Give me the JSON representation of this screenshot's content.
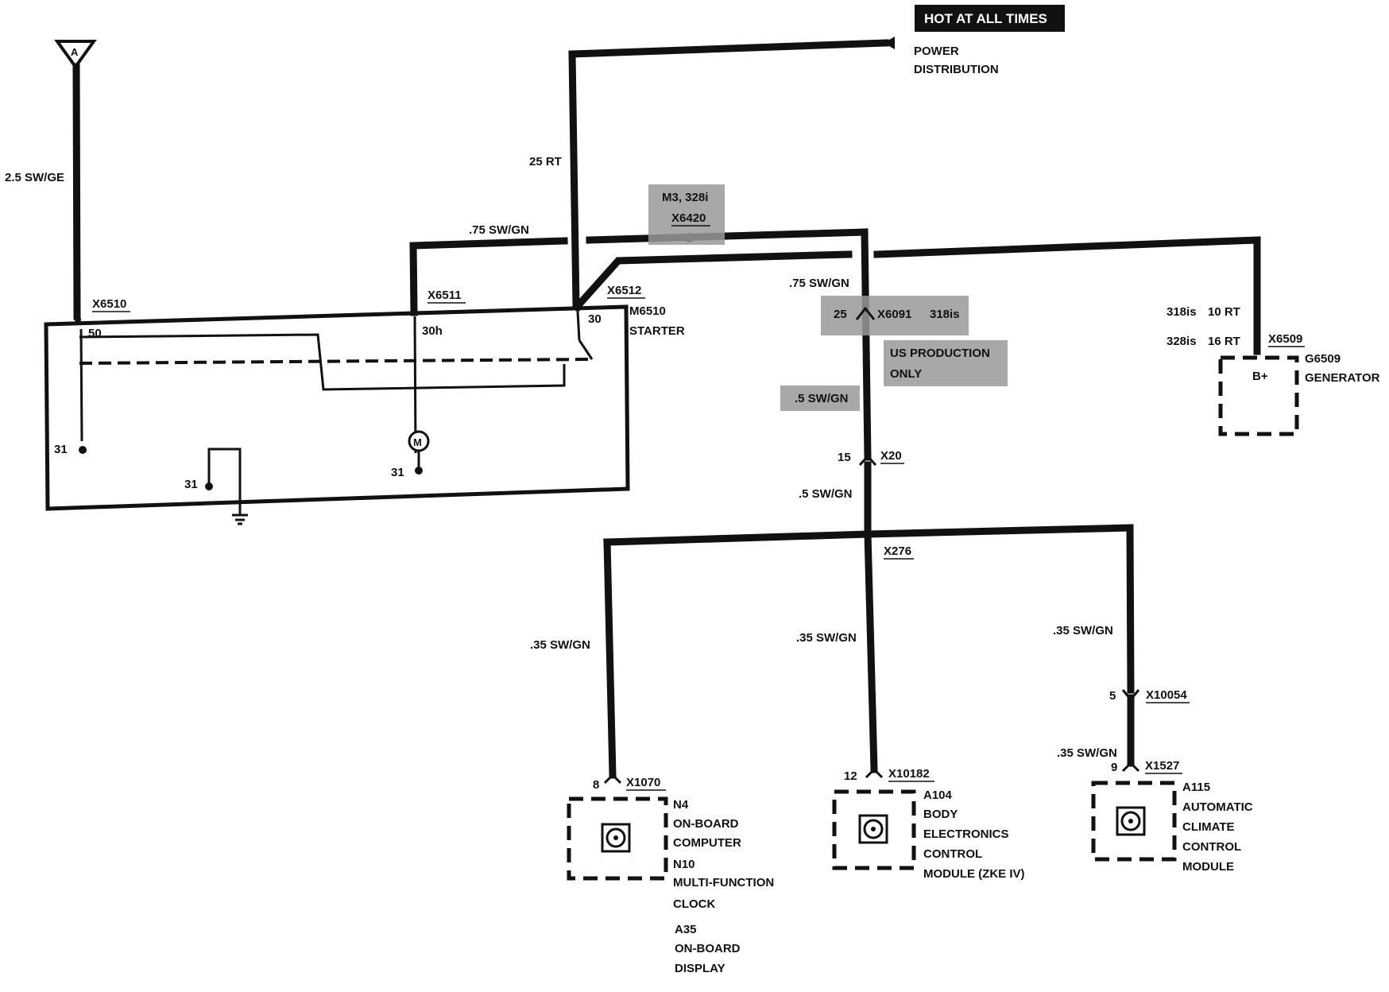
{
  "hot_label": "HOT AT ALL TIMES",
  "power": {
    "line1": "POWER",
    "line2": "DISTRIBUTION"
  },
  "wires": {
    "w_25sw_ge": "2.5 SW/GE",
    "w_25rt": "25 RT",
    "w_75_left": ".75 SW/GN",
    "w_75_mid": ".75 SW/GN",
    "w_5_a": ".5 SW/GN",
    "w_5_b": ".5 SW/GN",
    "w_35_a": ".35 SW/GN",
    "w_35_b": ".35 SW/GN",
    "w_35_c": ".35 SW/GN",
    "w_35_d": ".35 SW/GN"
  },
  "connectors": {
    "x6510": "X6510",
    "x6511": "X6511",
    "x6512": "X6512",
    "x6420": "X6420",
    "x6091": "X6091",
    "x20": "X20",
    "x276": "X276",
    "x6509": "X6509",
    "x10054": "X10054",
    "x1070": "X1070",
    "x10182": "X10182",
    "x1527": "X1527"
  },
  "pins": {
    "p50": "50",
    "p30h": "30h",
    "p30": "30",
    "p31a": "31",
    "p31b": "31",
    "p31c": "31",
    "p25": "25",
    "p15": "15",
    "p5": "5",
    "p8": "8",
    "p12": "12",
    "p9": "9"
  },
  "gray_notes": {
    "m3_328": "M3, 328i",
    "is_318": "318is",
    "us_prod1": "US PRODUCTION",
    "us_prod2": "ONLY"
  },
  "starter": {
    "id": "M6510",
    "name": "STARTER"
  },
  "generator": {
    "id": "G6509",
    "name": "GENERATOR",
    "terminal": "B+",
    "note1": "318is",
    "note1b": "10 RT",
    "note2": "328is",
    "note2b": "16 RT"
  },
  "modules": {
    "n4_l1": "N4",
    "n4_l2": "ON-BOARD",
    "n4_l3": "COMPUTER",
    "n10_l1": "N10",
    "n10_l2": "MULTI-FUNCTION",
    "n10_l3": "CLOCK",
    "a35_l1": "A35",
    "a35_l2": "ON-BOARD",
    "a35_l3": "DISPLAY",
    "a104_l1": "A104",
    "a104_l2": "BODY",
    "a104_l3": "ELECTRONICS",
    "a104_l4": "CONTROL",
    "a104_l5": "MODULE (ZKE IV)",
    "a115_l1": "A115",
    "a115_l2": "AUTOMATIC",
    "a115_l3": "CLIMATE",
    "a115_l4": "CONTROL",
    "a115_l5": "MODULE"
  },
  "ref_symbol": "A",
  "motor_symbol": "M"
}
